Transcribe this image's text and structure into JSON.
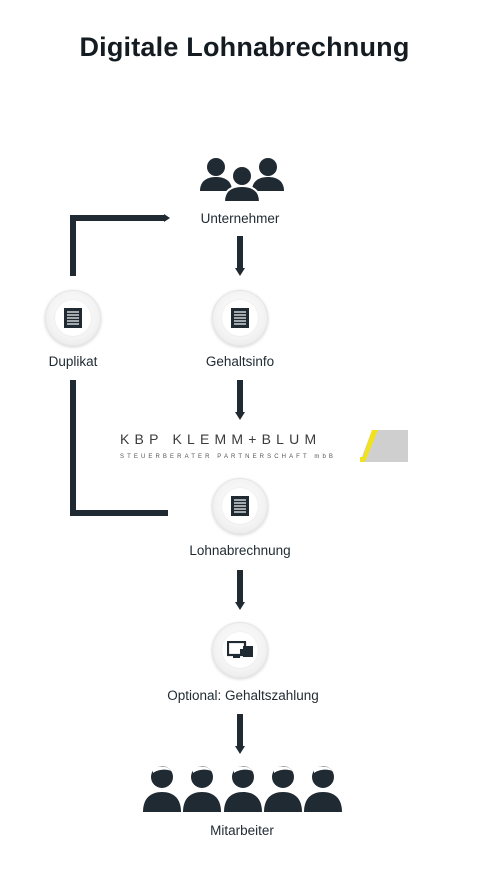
{
  "title": "Digitale Lohnabrechnung",
  "nodes": {
    "unternehmer": "Unternehmer",
    "duplikat": "Duplikat",
    "gehaltsinfo": "Gehaltsinfo",
    "lohnabrechnung": "Lohnabrechnung",
    "gehaltszahlung": "Optional: Gehaltszahlung",
    "mitarbeiter": "Mitarbeiter"
  },
  "logo": {
    "name": "KBP  KLEMM+BLUM",
    "subtitle": "STEUERBERATER PARTNERSCHAFT mbB",
    "accent_color": "#f2e21d"
  },
  "colors": {
    "line": "#1f2a33",
    "icon": "#1f2a33"
  }
}
